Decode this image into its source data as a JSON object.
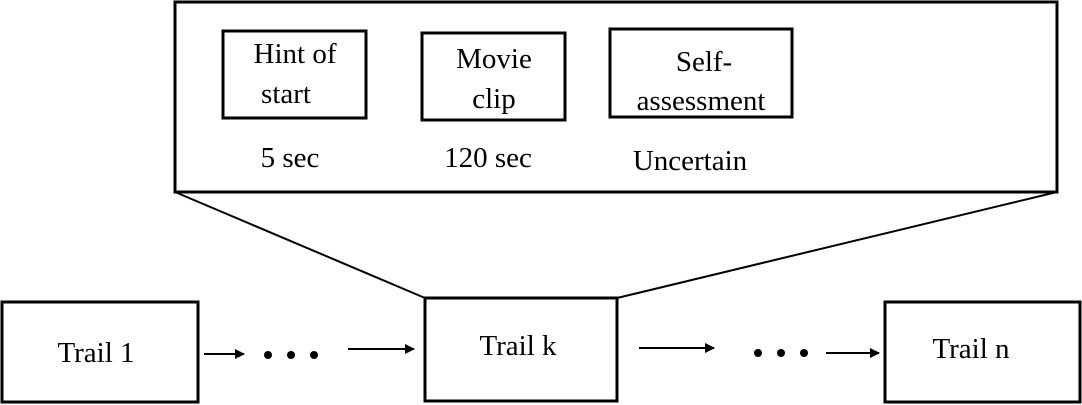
{
  "detail": {
    "steps": [
      {
        "lines": [
          "Hint of",
          "start"
        ],
        "duration": "5 sec"
      },
      {
        "lines": [
          "Movie",
          "clip"
        ],
        "duration": "120 sec"
      },
      {
        "lines": [
          "Self-",
          "assessment"
        ],
        "duration": "Uncertain"
      }
    ]
  },
  "trials": {
    "first": "Trail 1",
    "middle": "Trail k",
    "last": "Trail n"
  }
}
